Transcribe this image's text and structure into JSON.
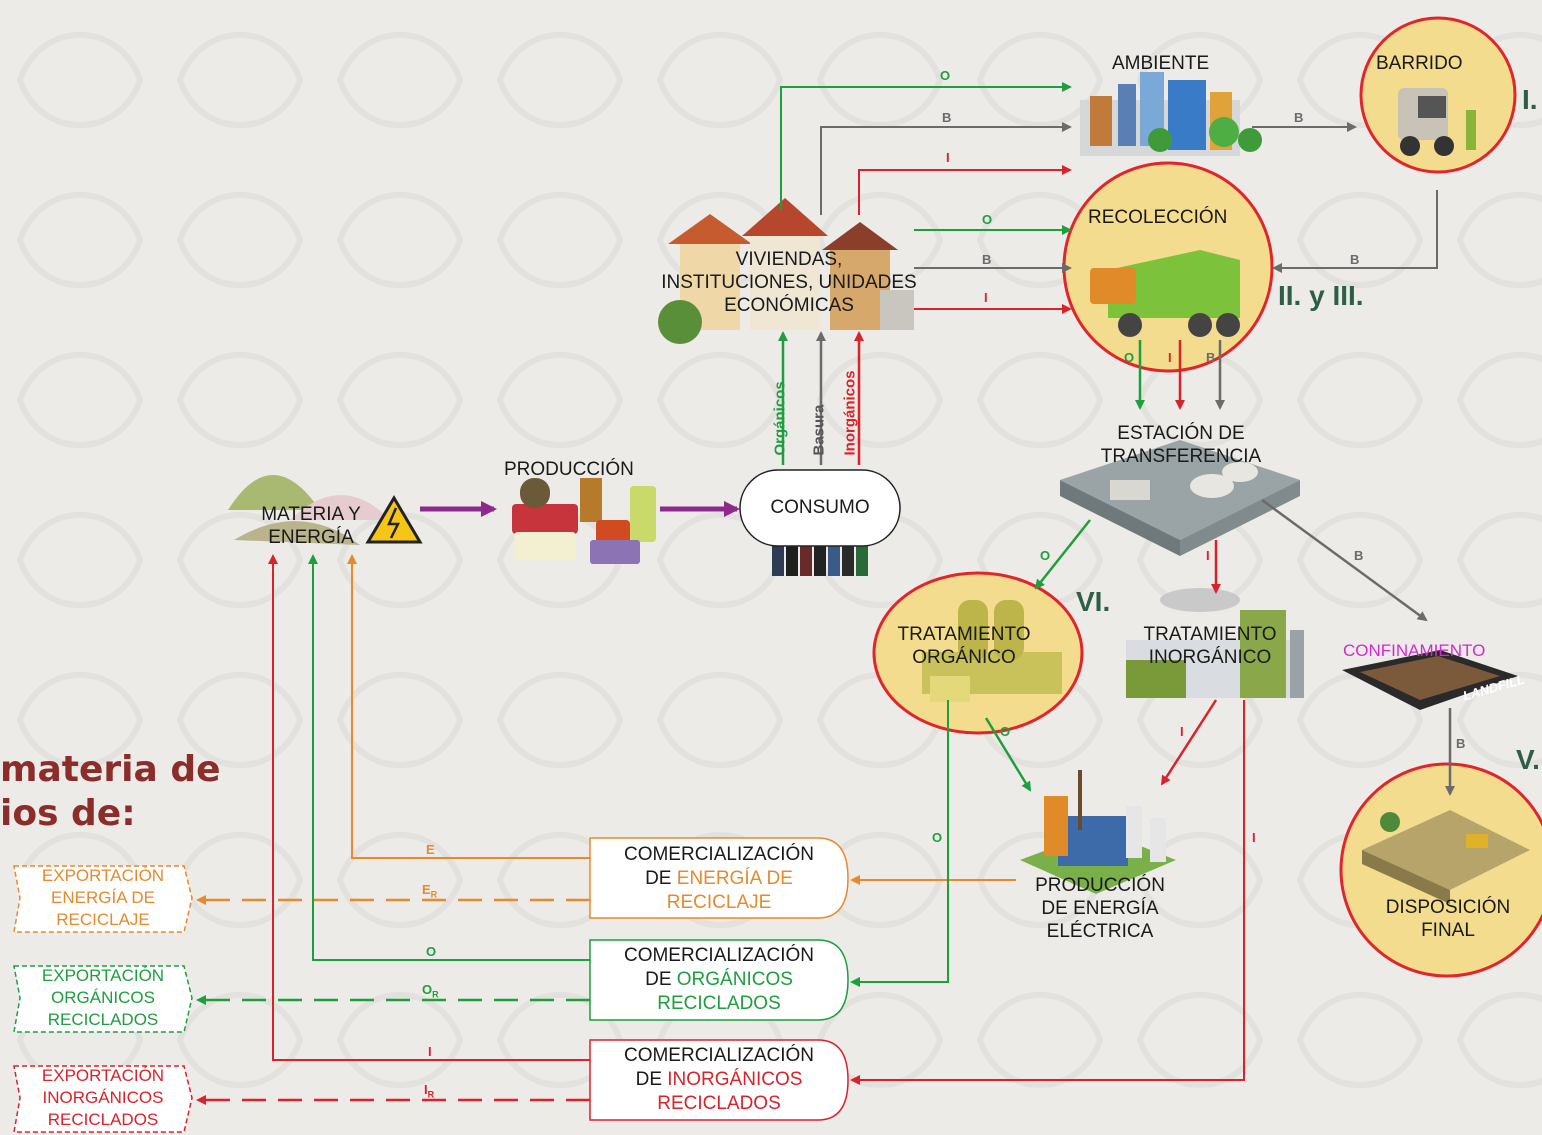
{
  "nodes": {
    "ambiente": "AMBIENTE",
    "barrido": "BARRIDO",
    "recoleccion": "RECOLECCIÓN",
    "viviendas": [
      "VIVIENDAS,",
      "INSTITUCIONES, UNIDADES",
      "ECONÓMICAS"
    ],
    "estacion": [
      "ESTACIÓN DE",
      "TRANSFERENCIA"
    ],
    "produccion": "PRODUCCIÓN",
    "consumo": "CONSUMO",
    "materia": [
      "MATERIA Y",
      "ENERGÍA"
    ],
    "trat_organico": [
      "TRATAMIENTO",
      "ORGÁNICO"
    ],
    "trat_inorganico": [
      "TRATAMIENTO",
      "INORGÁNICO"
    ],
    "confinamiento": "CONFINAMIENTO",
    "landfill": "LANDFILL",
    "disposicion": [
      "DISPOSICIÓN",
      "FINAL"
    ],
    "prod_energia": [
      "PRODUCCIÓN",
      "DE ENERGÍA",
      "ELÉCTRICA"
    ]
  },
  "roman": {
    "i": "I.",
    "ii_iii": "II. y III.",
    "vi": "VI.",
    "v": "V."
  },
  "side_title": [
    "materia de",
    "ios de:"
  ],
  "vertical_labels": {
    "organicos": "Orgánicos",
    "basura": "Basura",
    "inorganicos": "Inorgánicos"
  },
  "flow_letters": {
    "o": "O",
    "b": "B",
    "i": "I",
    "e": "E",
    "er": "E",
    "or": "O",
    "ir": "I",
    "sub_r": "R"
  },
  "comercializacion": [
    {
      "line1": "COMERCIALIZACIÓN",
      "prefix": "DE ",
      "highlight": "ENERGÍA DE",
      "line3": "RECICLAJE",
      "color": "#e68a2e"
    },
    {
      "line1": "COMERCIALIZACIÓN",
      "prefix": "DE ",
      "highlight": "ORGÁNICOS",
      "line3": "RECICLADOS",
      "color": "#1f9e3e"
    },
    {
      "line1": "COMERCIALIZACIÓN",
      "prefix": "DE ",
      "highlight": "INORGÁNICOS",
      "line3": "RECICLADOS",
      "color": "#d9232a"
    }
  ],
  "exportacion": [
    {
      "lines": [
        "EXPORTACIÓN",
        "ENERGÍA DE",
        "RECICLAJE"
      ],
      "color": "#e68a2e"
    },
    {
      "lines": [
        "EXPORTACIÓN",
        "ORGÁNICOS",
        "RECICLADOS"
      ],
      "color": "#1f9e3e"
    },
    {
      "lines": [
        "EXPORTACIÓN",
        "INORGÁNICOS",
        "RECICLADOS"
      ],
      "color": "#d9232a"
    }
  ],
  "colors": {
    "green": "#1f9e3e",
    "gray": "#6b6b6b",
    "red": "#d9232a",
    "orange": "#e68a2e",
    "purple": "#8e2a8e",
    "circle_fill": "#f3dc8e",
    "circle_stroke": "#e0262b",
    "roman": "#2e5e46",
    "title": "#8b2d2b",
    "magenta": "#d22ad2"
  }
}
